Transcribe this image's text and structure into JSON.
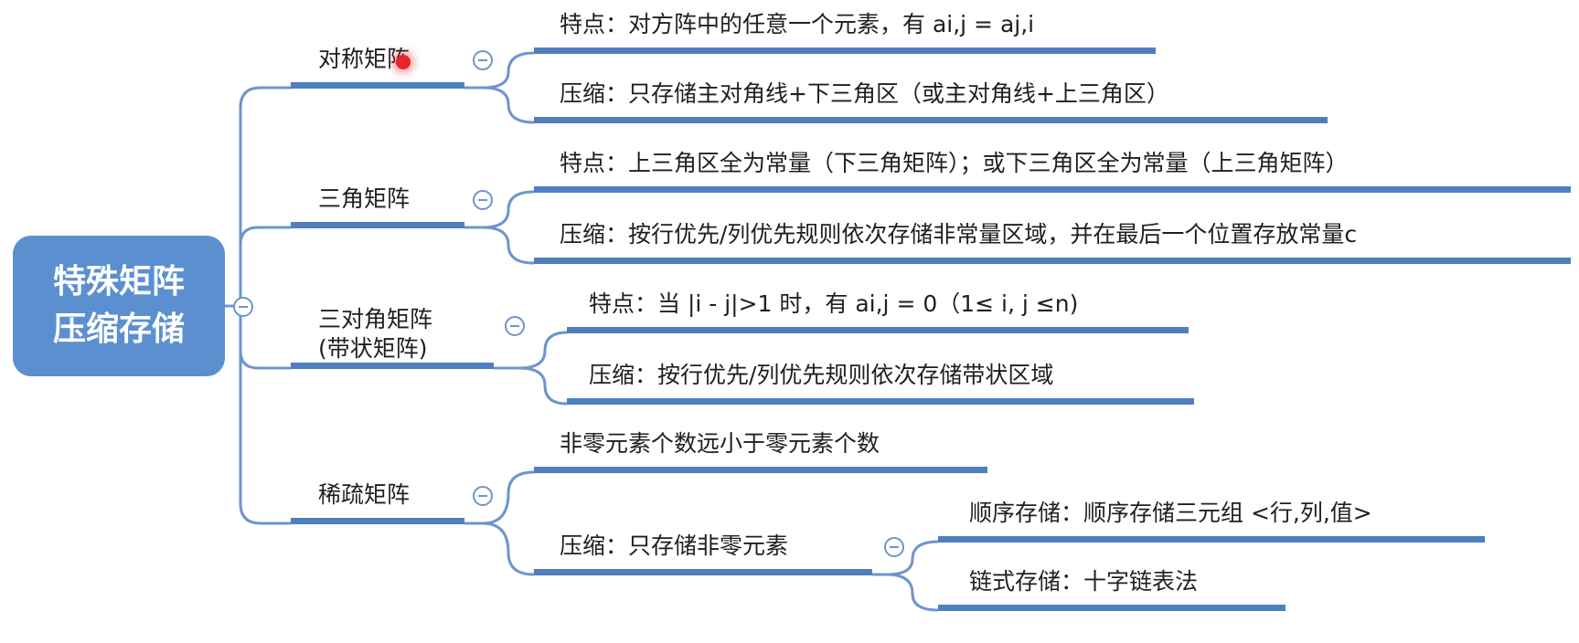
{
  "root": {
    "line1": "特殊矩阵",
    "line2": "压缩存储"
  },
  "branches": {
    "symmetric": {
      "label": "对称矩阵",
      "feature": "特点：对方阵中的任意一个元素，有 ai,j = aj,i",
      "compress": "压缩：只存储主对角线+下三角区（或主对角线+上三角区）"
    },
    "triangular": {
      "label": "三角矩阵",
      "feature": "特点：上三角区全为常量（下三角矩阵）；或下三角区全为常量（上三角矩阵）",
      "compress": "压缩：按行优先/列优先规则依次存储非常量区域，并在最后一个位置存放常量c"
    },
    "tridiagonal": {
      "label_line1": "三对角矩阵",
      "label_line2": "(带状矩阵)",
      "feature": "特点：当 |i - j|>1 时，有 ai,j = 0（1≤ i, j ≤n)",
      "compress": "压缩：按行优先/列优先规则依次存储带状区域"
    },
    "sparse": {
      "label": "稀疏矩阵",
      "feature": "非零元素个数远小于零元素个数",
      "compress": "压缩：只存储非零元素",
      "sequential": "顺序存储：顺序存储三元组 <行,列,值>",
      "linked": "链式存储：十字链表法"
    }
  },
  "colors": {
    "root_fill": "#5b8fd0",
    "branch_line": "#6f95cc",
    "underline": "#4f7fbf",
    "text": "#1f1f1f",
    "cursor": "#e5262b"
  },
  "icons": {
    "toggle": "collapse-minus-icon",
    "pointer": "red-cursor-dot"
  }
}
